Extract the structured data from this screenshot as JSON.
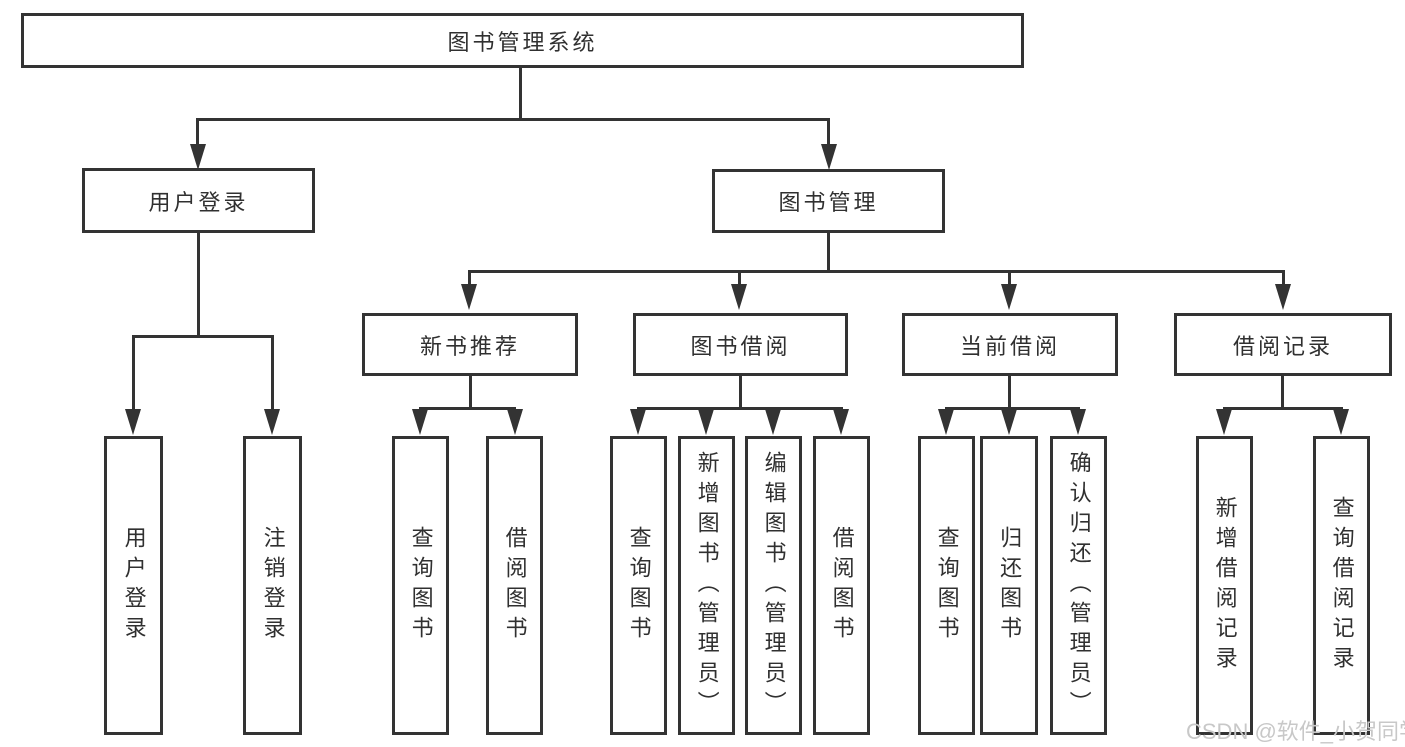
{
  "diagram": {
    "title": "图书管理系统",
    "watermark": "CSDN @软件_小贺同学",
    "colors": {
      "line": "#333333",
      "text": "#303030",
      "watermark": "#c8c8c8",
      "background": "#ffffff"
    },
    "nodes": {
      "root": {
        "label": "图书管理系统"
      },
      "user_login": {
        "label": "用户登录"
      },
      "book_management": {
        "label": "图书管理"
      },
      "new_book_recommend": {
        "label": "新书推荐"
      },
      "book_borrowing": {
        "label": "图书借阅"
      },
      "current_borrowing": {
        "label": "当前借阅"
      },
      "borrowing_records": {
        "label": "借阅记录"
      },
      "leaf_user_login": {
        "label": "用户登录"
      },
      "leaf_logout": {
        "label": "注销登录"
      },
      "leaf_rec_query_books": {
        "label": "查询图书"
      },
      "leaf_rec_borrow_books": {
        "label": "借阅图书"
      },
      "leaf_bor_query_books": {
        "label": "查询图书"
      },
      "leaf_bor_add_books": {
        "label": "新增图书（管理员）"
      },
      "leaf_bor_edit_books": {
        "label": "编辑图书（管理员）"
      },
      "leaf_bor_borrow_books": {
        "label": "借阅图书"
      },
      "leaf_cur_query_books": {
        "label": "查询图书"
      },
      "leaf_cur_return_books": {
        "label": "归还图书"
      },
      "leaf_cur_confirm_return": {
        "label": "确认归还（管理员）"
      },
      "leaf_log_add_record": {
        "label": "新增借阅记录"
      },
      "leaf_log_query_record": {
        "label": "查询借阅记录"
      }
    }
  }
}
